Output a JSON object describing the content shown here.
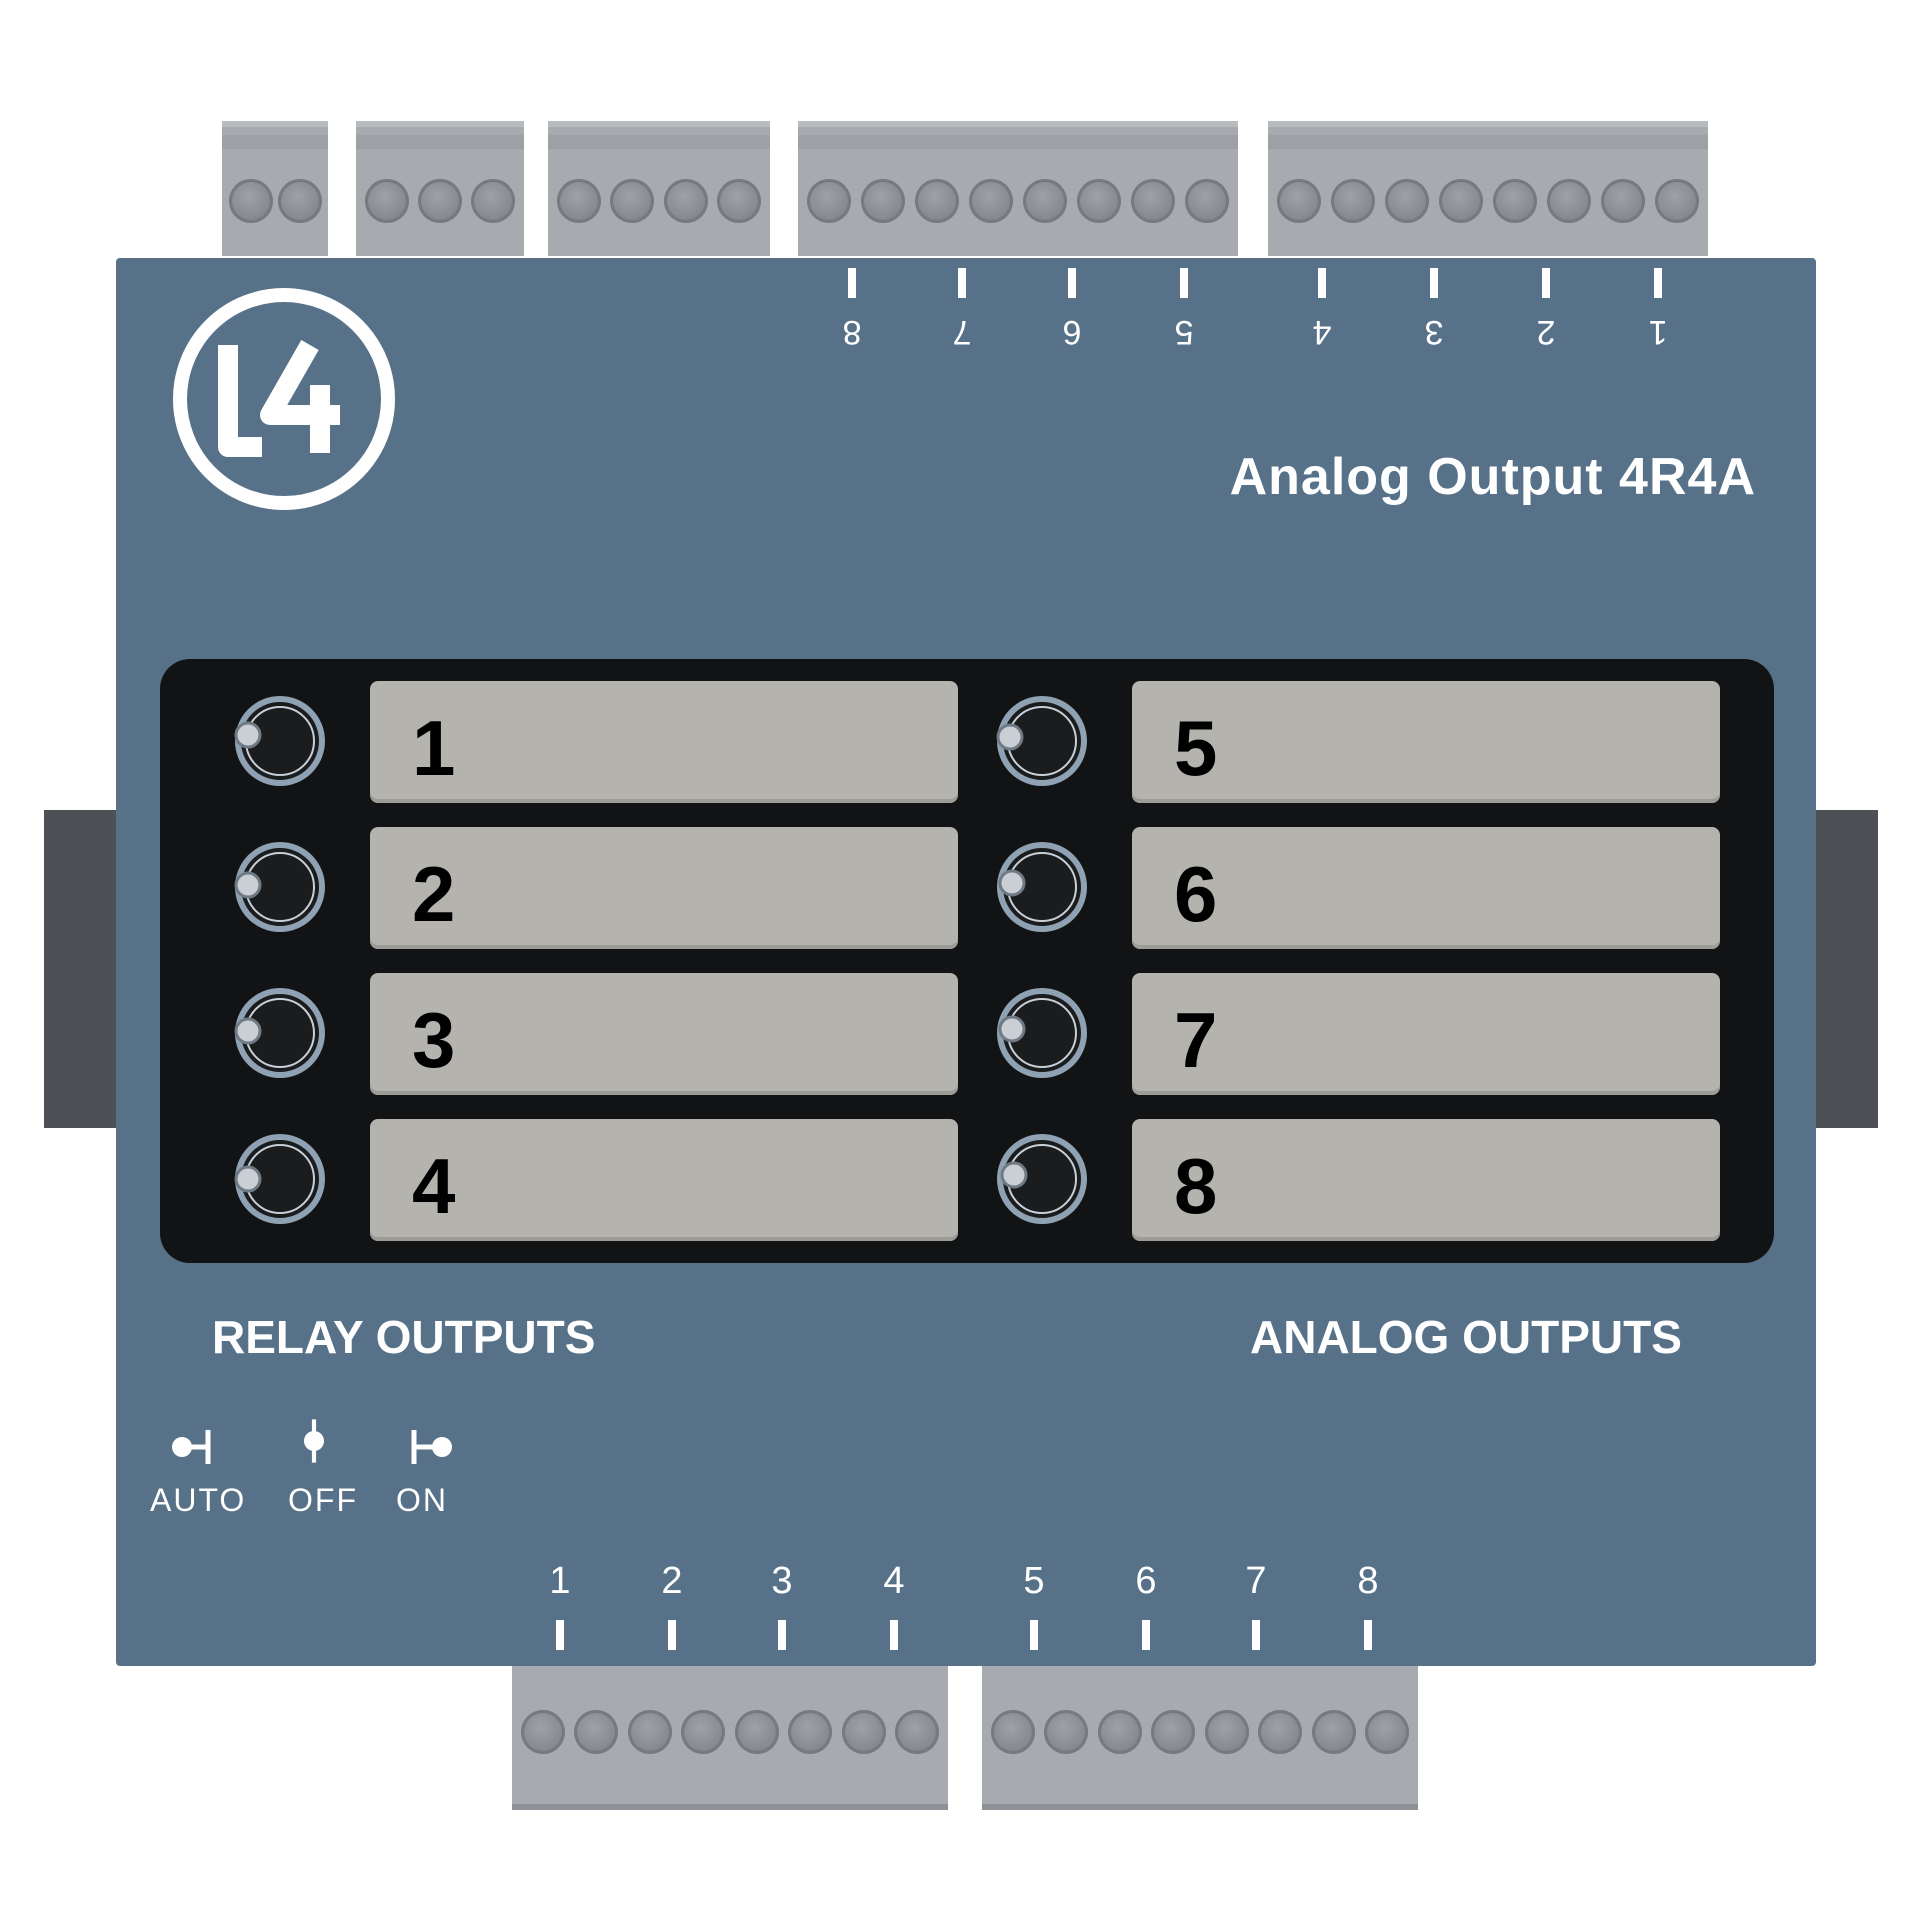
{
  "device": {
    "logo_text": "L4",
    "title": "Analog Output 4R4A",
    "relay_section_label": "RELAY OUTPUTS",
    "analog_section_label": "ANALOG OUTPUTS"
  },
  "top_channel_labels": [
    "8",
    "7",
    "6",
    "5",
    "4",
    "3",
    "2",
    "1"
  ],
  "bottom_channel_labels": [
    "1",
    "2",
    "3",
    "4",
    "5",
    "6",
    "7",
    "8"
  ],
  "channels_left": [
    "1",
    "2",
    "3",
    "4"
  ],
  "channels_right": [
    "5",
    "6",
    "7",
    "8"
  ],
  "switch_legend": [
    {
      "icon": "auto-position-icon",
      "label": "AUTO"
    },
    {
      "icon": "off-position-icon",
      "label": "OFF"
    },
    {
      "icon": "on-position-icon",
      "label": "ON"
    }
  ],
  "colors": {
    "housing": "#567188",
    "panel": "#111314",
    "label": "#b5b3ae",
    "terminal": "#a7aaae"
  }
}
